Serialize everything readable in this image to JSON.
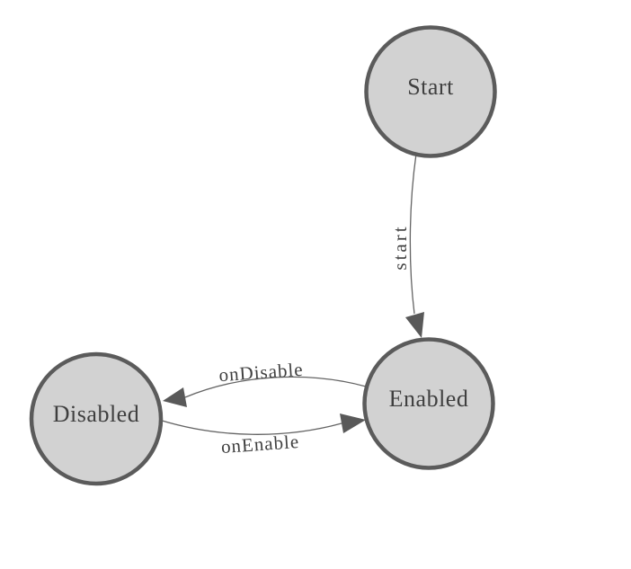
{
  "diagram": {
    "type": "state-machine",
    "nodes": [
      {
        "id": "start",
        "label": "Start"
      },
      {
        "id": "enabled",
        "label": "Enabled"
      },
      {
        "id": "disabled",
        "label": "Disabled"
      }
    ],
    "edges": [
      {
        "id": "start-to-enabled",
        "label": "start",
        "from": "Start",
        "to": "Enabled"
      },
      {
        "id": "enabled-to-disabled",
        "label": "onDisable",
        "from": "Enabled",
        "to": "Disabled"
      },
      {
        "id": "disabled-to-enabled",
        "label": "onEnable",
        "from": "Disabled",
        "to": "Enabled"
      }
    ],
    "colors": {
      "background": "#ffffff",
      "node_fill": "#d2d2d2",
      "node_stroke": "#5b5b5b",
      "edge_stroke": "#646464",
      "arrow_fill": "#595959",
      "label_text": "#3f3f3f"
    }
  }
}
